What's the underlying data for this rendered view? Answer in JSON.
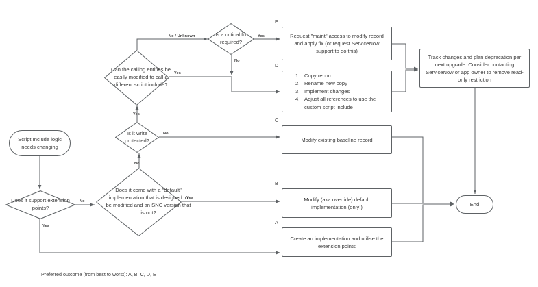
{
  "diagram": {
    "title": "Script Include modification decision flowchart",
    "footer_note": "Preferred outcome (from best to worst): A, B, C, D, E",
    "line_color": "#5e6265",
    "text_color": "#3b3b3b",
    "background": "#ffffff"
  },
  "nodes": {
    "start": {
      "label": "Script Include logic needs changing",
      "shape": "terminator"
    },
    "end": {
      "label": "End",
      "shape": "terminator"
    },
    "q_extension_points": {
      "label": "Does it support extension points?",
      "shape": "decision"
    },
    "q_default_impl": {
      "label": "Does it come with a \"default\" implementation that is designed to be modified and an SNC version that is not?",
      "shape": "decision"
    },
    "q_write_protected": {
      "label": "Is it write protected?",
      "shape": "decision"
    },
    "q_calling_entities": {
      "label": "Can the calling entities be easily modified to call a different script include?",
      "shape": "decision"
    },
    "q_critical_fix": {
      "label": "Is a critical fix required?",
      "shape": "decision"
    },
    "option_a": {
      "tag": "A",
      "label": "Create an implementation and utilise the extension points",
      "shape": "process"
    },
    "option_b": {
      "tag": "B",
      "label": "Modify (aka override) default implementation (only!)",
      "shape": "process"
    },
    "option_c": {
      "tag": "C",
      "label": "Modify existing baseline record",
      "shape": "process"
    },
    "option_d": {
      "tag": "D",
      "shape": "process",
      "steps": [
        {
          "num": "1.",
          "text": "Copy record"
        },
        {
          "num": "2.",
          "text": "Rename new copy"
        },
        {
          "num": "3.",
          "text": "Implement changes"
        },
        {
          "num": "4.",
          "text": "Adjust all references to use the custom script include"
        }
      ]
    },
    "option_e": {
      "tag": "E",
      "label": "Request \"maint\" access to modify record and apply fix (or request ServiceNow support to do this)",
      "shape": "process"
    },
    "track_changes": {
      "label": "Track changes and plan deprecation per next upgrade. Consider contacting ServiceNow or app owner to remove read-only restriction",
      "shape": "process"
    }
  },
  "edge_labels": {
    "extension_no": "No",
    "extension_yes": "Yes",
    "default_yes": "Yes",
    "write_no": "No",
    "write_up_no": "No",
    "calling_yes_up": "Yes",
    "calling_yes_right": "Yes",
    "calling_no_unknown": "No / Unknown",
    "critical_yes": "Yes",
    "critical_no": "No"
  }
}
